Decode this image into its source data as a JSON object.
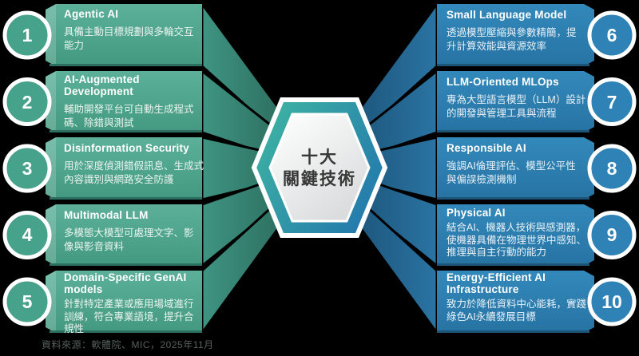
{
  "center": {
    "title": "十大\n關鍵技術"
  },
  "footer": {
    "source": "資料來源：軟體院、MIC，2025年11月"
  },
  "colors": {
    "background": "#000000",
    "teal_card": "#4da38c",
    "teal_dark": "#2c6e5f",
    "blue_card": "#2e7fae",
    "blue_dark": "#1d5578",
    "hex_ring_left": "#3eb3a2",
    "hex_ring_right": "#2277ad",
    "hex_inner_top": "#ffffff",
    "hex_inner_bottom": "#d2d4d5",
    "text_on_card": "#ffffff",
    "center_text": "#383838"
  },
  "left_items": [
    {
      "num": "1",
      "title": "Agentic AI",
      "desc": "具備主動目標規劃與多輪交互\n能力"
    },
    {
      "num": "2",
      "title": "AI-Augmented\nDevelopment",
      "desc": "輔助開發平台可自動生成程式\n碼、除錯與測試"
    },
    {
      "num": "3",
      "title": "Disinformation Security",
      "desc": "用於深度偵測錯假訊息、生成式\n內容識別與網路安全防護"
    },
    {
      "num": "4",
      "title": "Multimodal LLM",
      "desc": "多模態大模型可處理文字、影\n像與影音資料"
    },
    {
      "num": "5",
      "title": "Domain-Specific GenAI\nmodels",
      "desc": "針對特定產業或應用場域進行\n訓練，符合專業語境，提升合\n規性"
    }
  ],
  "right_items": [
    {
      "num": "6",
      "title": "Small Language Model",
      "desc": "透過模型壓縮與參數精簡，提\n升計算效能與資源效率"
    },
    {
      "num": "7",
      "title": "LLM-Oriented MLOps",
      "desc": "專為大型語言模型（LLM）設計\n的開發與管理工具與流程"
    },
    {
      "num": "8",
      "title": "Responsible AI",
      "desc": "強調AI倫理評估、模型公平性\n與偏誤檢測機制"
    },
    {
      "num": "9",
      "title": "Physical AI",
      "desc": "結合AI、機器人技術與感測器，\n使機器具備在物理世界中感知、\n推理與自主行動的能力"
    },
    {
      "num": "10",
      "title": "Energy-Efficient AI\nInfrastructure",
      "desc": "致力於降低資料中心能耗，實踐\n綠色AI永續發展目標"
    }
  ]
}
